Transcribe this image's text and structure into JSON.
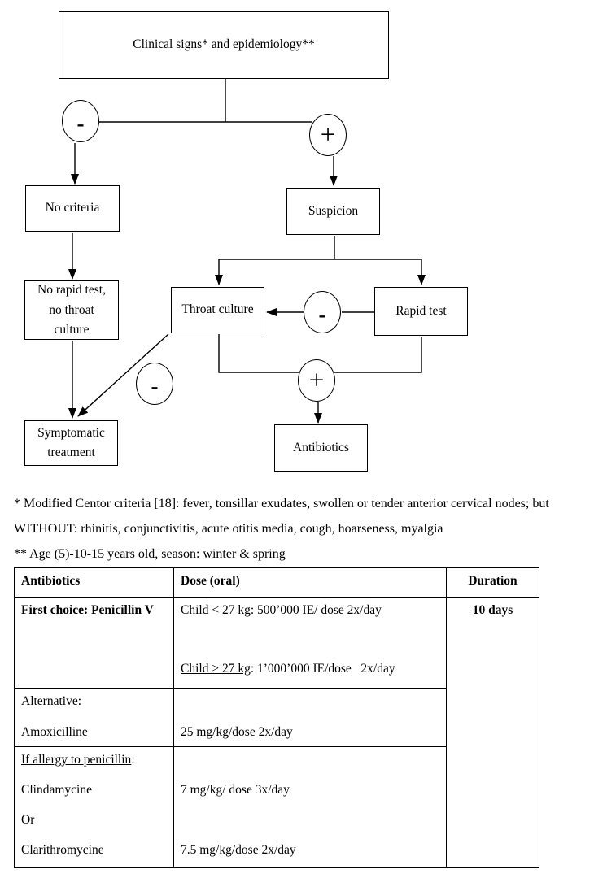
{
  "flowchart": {
    "nodes": {
      "clinical": "Clinical signs* and epidemiology**",
      "no_criteria": "No criteria",
      "suspicion": "Suspicion",
      "no_rapid": "No rapid test, no throat culture",
      "throat": "Throat culture",
      "rapid": "Rapid test",
      "symptomatic": "Symptomatic treatment",
      "antibiotics": "Antibiotics"
    },
    "signs": {
      "minus": "-",
      "plus": "+"
    }
  },
  "footnotes": {
    "centor": "* Modified Centor criteria [18]: fever, tonsillar exudates, swollen or tender anterior cervical nodes; but WITHOUT: rhinitis, conjunctivitis, acute otitis media, cough, hoarseness, myalgia",
    "age": "** Age (5)-10-15 years old, season: winter & spring"
  },
  "table": {
    "headers": {
      "antibiotics": "Antibiotics",
      "dose": "Dose (oral)",
      "duration": "Duration"
    },
    "rows": {
      "first_choice": {
        "drug": "First choice: Penicillin V",
        "dose1_underlined": "Child < 27 kg",
        "dose1_rest": ": 500’000 IE/ dose 2x/day",
        "dose2_underlined": "Child > 27 kg",
        "dose2_rest": ": 1’000’000 IE/dose   2x/day"
      },
      "alternative": {
        "label_underlined": "Alternative",
        "label_rest": ":",
        "drug": "Amoxicilline",
        "dose": "25 mg/kg/dose 2x/day"
      },
      "allergy": {
        "label_underlined": "If allergy to penicillin",
        "label_rest": ":",
        "drug1": "Clindamycine",
        "or": "Or",
        "drug2": "Clarithromycine",
        "dose1": "7 mg/kg/ dose 3x/day",
        "dose2": "7.5 mg/kg/dose 2x/day"
      }
    },
    "duration_value": "10 days"
  }
}
